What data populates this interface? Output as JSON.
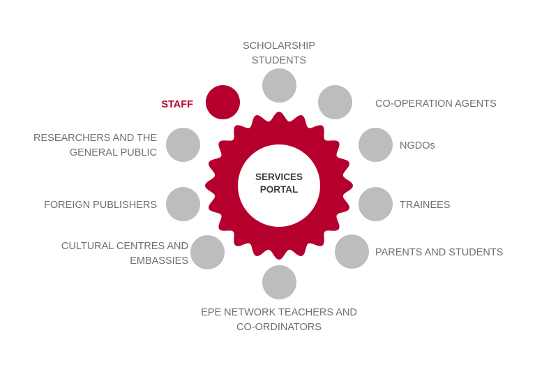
{
  "hub": {
    "line1": "SERVICES",
    "line2": "PORTAL"
  },
  "colors": {
    "accent": "#b5002e",
    "node": "#bdbdbd",
    "label": "#6f6f6f",
    "hub_text": "#3b3b3b"
  },
  "items": [
    {
      "id": "scholarship-students",
      "lines": [
        "SCHOLARSHIP",
        "STUDENTS"
      ],
      "active": false
    },
    {
      "id": "co-operation-agents",
      "lines": [
        "CO-OPERATION AGENTS"
      ],
      "active": false
    },
    {
      "id": "ngdos",
      "lines": [
        "NGDOs"
      ],
      "active": false
    },
    {
      "id": "trainees",
      "lines": [
        "TRAINEES"
      ],
      "active": false
    },
    {
      "id": "parents-and-students",
      "lines": [
        "PARENTS AND STUDENTS"
      ],
      "active": false
    },
    {
      "id": "epe-network-teachers",
      "lines": [
        "EPE NETWORK TEACHERS AND",
        "CO-ORDINATORS"
      ],
      "active": false
    },
    {
      "id": "cultural-centres",
      "lines": [
        "CULTURAL CENTRES AND",
        "EMBASSIES"
      ],
      "active": false
    },
    {
      "id": "foreign-publishers",
      "lines": [
        "FOREIGN PUBLISHERS"
      ],
      "active": false
    },
    {
      "id": "researchers",
      "lines": [
        "RESEARCHERS AND THE",
        "GENERAL PUBLIC"
      ],
      "active": false
    },
    {
      "id": "staff",
      "lines": [
        "STAFF"
      ],
      "active": true
    }
  ]
}
